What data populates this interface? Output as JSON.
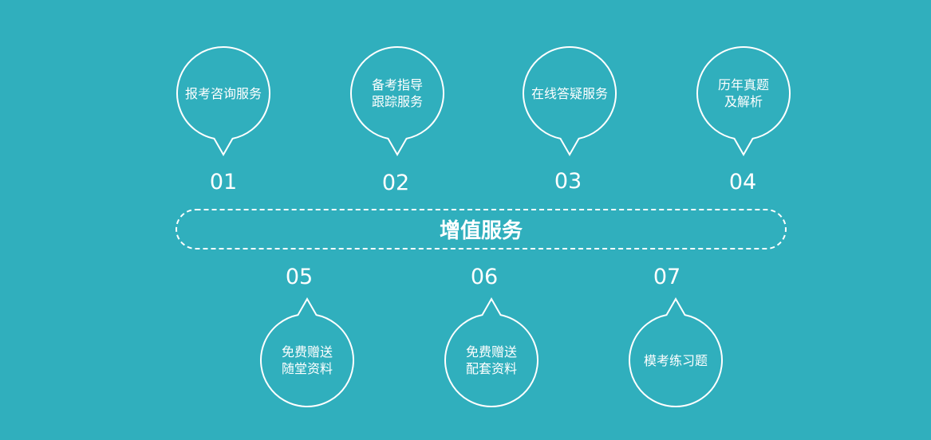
{
  "title": "增值服务",
  "colors": {
    "background": "#30afbd",
    "foreground": "#ffffff"
  },
  "top_items": [
    {
      "number": "01",
      "lines": [
        "报考咨询服务"
      ]
    },
    {
      "number": "02",
      "lines": [
        "备考指导",
        "跟踪服务"
      ]
    },
    {
      "number": "03",
      "lines": [
        "在线答疑服务"
      ]
    },
    {
      "number": "04",
      "lines": [
        "历年真题",
        "及解析"
      ]
    }
  ],
  "bottom_items": [
    {
      "number": "05",
      "lines": [
        "免费赠送",
        "随堂资料"
      ]
    },
    {
      "number": "06",
      "lines": [
        "免费赠送",
        "配套资料"
      ]
    },
    {
      "number": "07",
      "lines": [
        "模考练习题"
      ]
    }
  ]
}
